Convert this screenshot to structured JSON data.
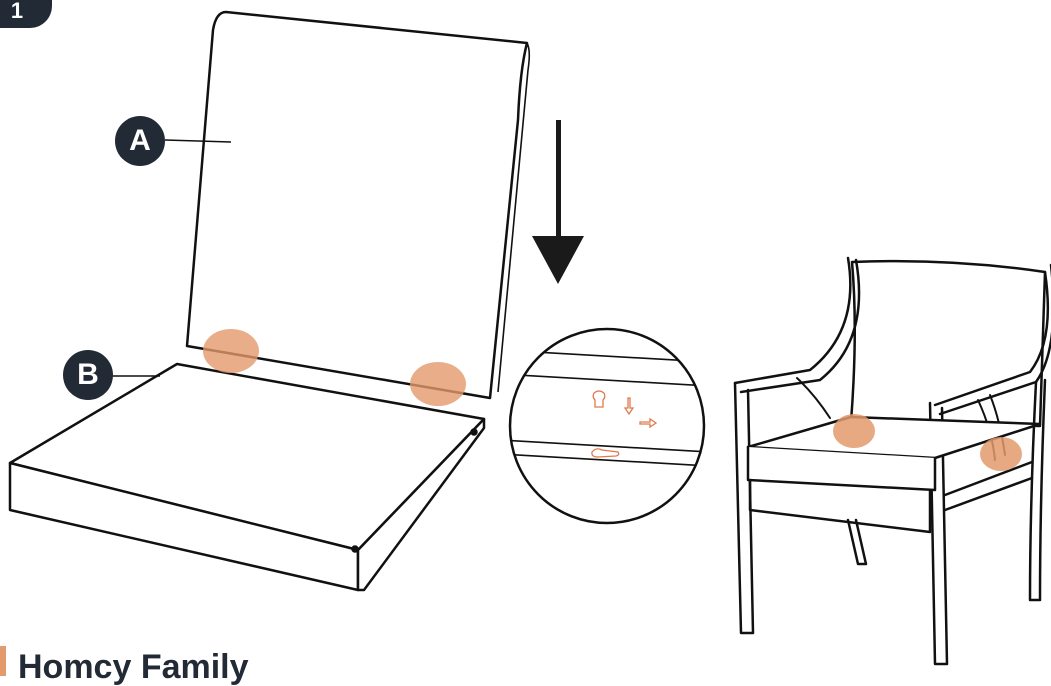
{
  "step": {
    "number": "1"
  },
  "parts": [
    {
      "id": "A",
      "label": "A"
    },
    {
      "id": "B",
      "label": "B"
    }
  ],
  "colors": {
    "outline": "#111111",
    "badge": "#222a35",
    "highlight": "#e39a6c",
    "arrow": "#1a1a1a"
  },
  "footer": {
    "brand": "Homcy Family"
  }
}
